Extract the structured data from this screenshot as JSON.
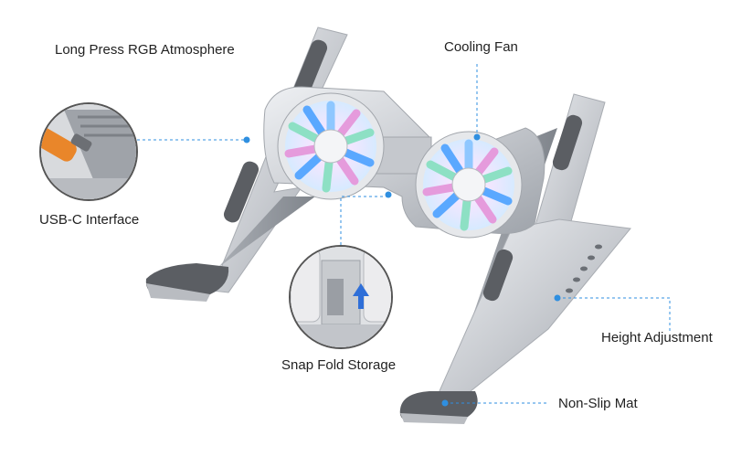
{
  "labels": {
    "rgb": "Long Press RGB Atmosphere",
    "usbc": "USB-C Interface",
    "fan": "Cooling Fan",
    "snap": "Snap Fold Storage",
    "height": "Height Adjustment",
    "mat": "Non-Slip Mat"
  },
  "colors": {
    "callout": "#2f8fe0",
    "aluminum": "#c9ccd1",
    "aluminum_dark": "#8f949b",
    "pad": "#5b5e63",
    "fan_blue": "#5aa8ff",
    "fan_pink": "#e89ad8",
    "fan_green": "#8de0c4"
  },
  "icons": [
    "fan-icon",
    "up-arrow-icon",
    "usb-c-plug-icon"
  ]
}
